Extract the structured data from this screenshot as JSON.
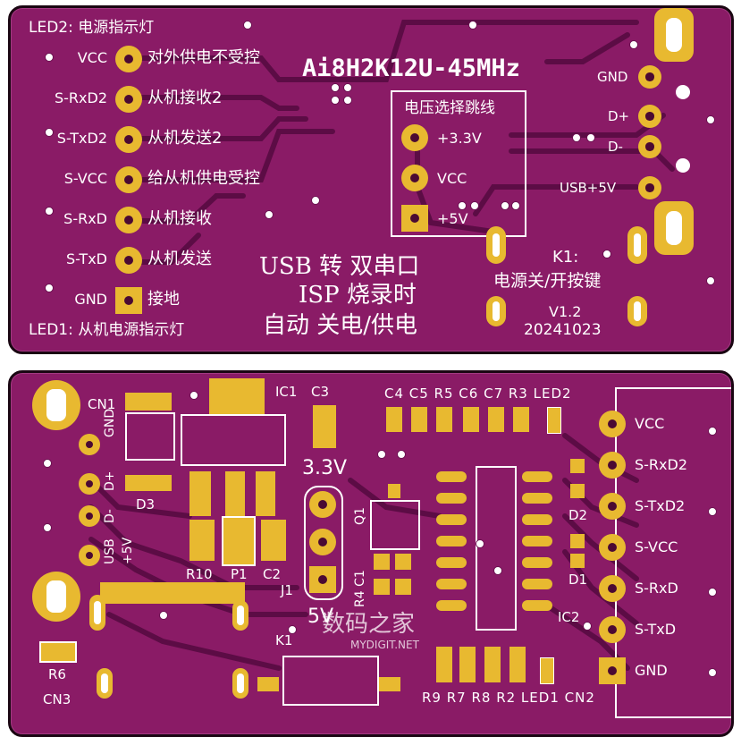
{
  "top": {
    "led2": "LED2: 电源指示灯",
    "led1": "LED1: 从机电源指示灯",
    "title": "Ai8H2K12U-45MHz",
    "voltage_box": "电压选择跳线",
    "jumper": [
      "+3.3V",
      "VCC",
      "+5V"
    ],
    "pins_left": [
      "VCC",
      "S-RxD2",
      "S-TxD2",
      "S-VCC",
      "S-RxD",
      "S-TxD",
      "GND"
    ],
    "pins_desc": [
      "对外供电不受控",
      "从机接收2",
      "从机发送2",
      "给从机供电受控",
      "从机接收",
      "从机发送",
      "接地"
    ],
    "usb_pins": [
      "GND",
      "D+",
      "D-",
      "USB+5V"
    ],
    "line1": "USB 转 双串口",
    "line2": "ISP 烧录时",
    "line3": "自动 关电/供电",
    "k1": "K1:",
    "k1_desc": "电源关/开按键",
    "version": "V1.2",
    "date": "20241023"
  },
  "bottom": {
    "cn1": "CN1",
    "usb_pins": [
      "GND",
      "D+",
      "D-",
      "USB",
      "+5V"
    ],
    "d3": "D3",
    "ic1": "IC1",
    "c3": "C3",
    "top_refs": "C4 C5 R5 C6 C7 R3 LED2",
    "v33": "3.3V",
    "v5": "5V",
    "q1": "Q1",
    "r4c1": "R4 C1",
    "r10": "R10",
    "p1": "P1",
    "c2": "C2",
    "j1": "J1",
    "k1": "K1",
    "r6": "R6",
    "cn3": "CN3",
    "d2": "D2",
    "d1": "D1",
    "ic2": "IC2",
    "bottom_refs": "R9 R7 R8 R2 LED1 CN2",
    "pins_right": [
      "VCC",
      "S-RxD2",
      "S-TxD2",
      "S-VCC",
      "S-RxD",
      "S-TxD",
      "GND"
    ],
    "watermark_cn": "数码之家",
    "watermark_en": "MYDIGIT.NET"
  }
}
